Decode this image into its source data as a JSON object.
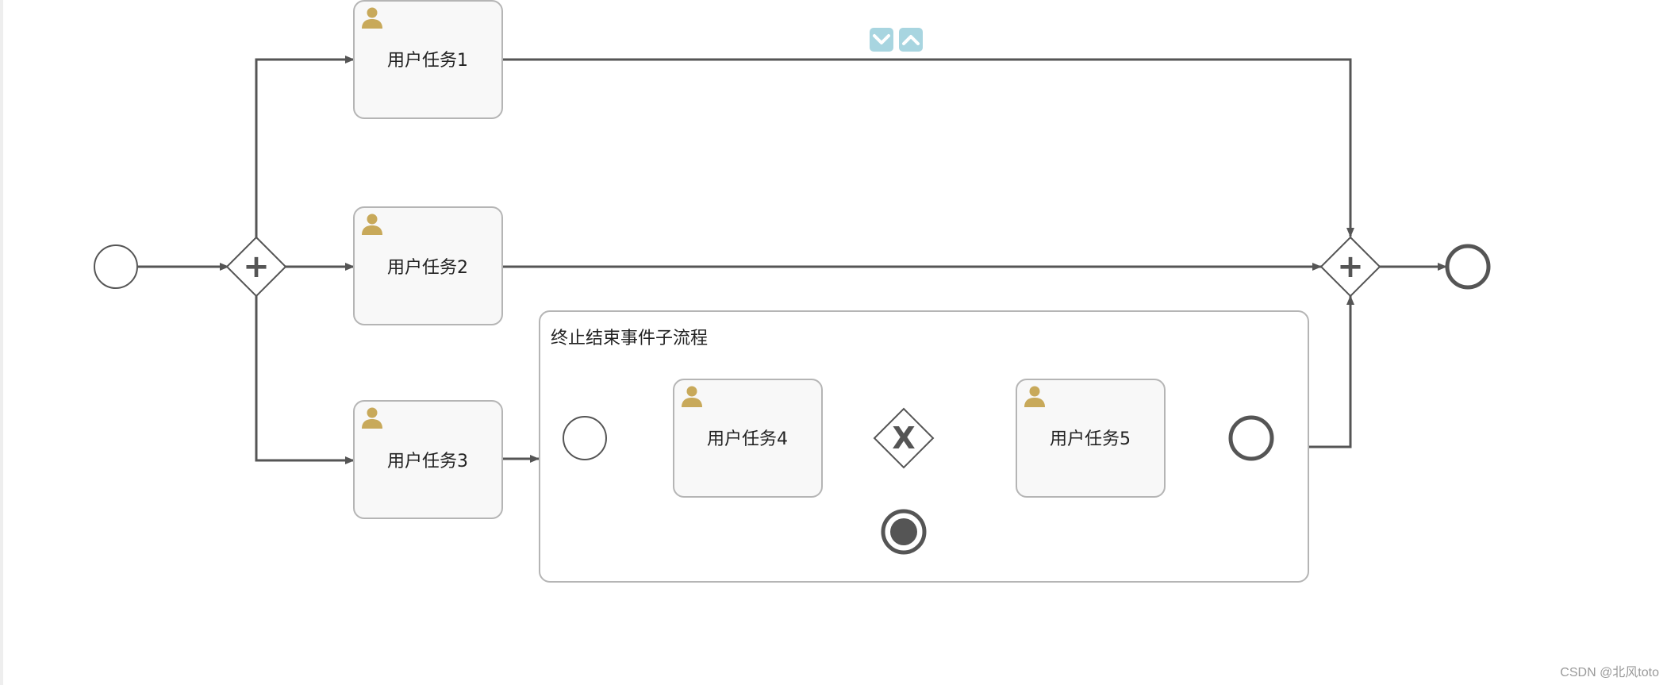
{
  "colors": {
    "stroke": "#555555",
    "task_fill": "#f8f8f8",
    "task_border": "#b5b5b5",
    "user_icon": "#c8a95a",
    "nav_button": "#a8d5e0",
    "end_fill": "#555555"
  },
  "tasks": [
    {
      "id": "task1",
      "label": "用户任务1",
      "icon": "user-icon"
    },
    {
      "id": "task2",
      "label": "用户任务2",
      "icon": "user-icon"
    },
    {
      "id": "task3",
      "label": "用户任务3",
      "icon": "user-icon"
    },
    {
      "id": "task4",
      "label": "用户任务4",
      "icon": "user-icon"
    },
    {
      "id": "task5",
      "label": "用户任务5",
      "icon": "user-icon"
    }
  ],
  "subprocess": {
    "label": "终止结束事件子流程"
  },
  "gateways": [
    {
      "id": "fork",
      "type": "parallel",
      "symbol": "+"
    },
    {
      "id": "join",
      "type": "parallel",
      "symbol": "+"
    },
    {
      "id": "exclusive",
      "type": "exclusive",
      "symbol": "X"
    }
  ],
  "nav_buttons": [
    {
      "id": "collapse",
      "icon": "chevron-down-icon"
    },
    {
      "id": "expand",
      "icon": "chevron-up-icon"
    }
  ],
  "watermark": "CSDN @北风toto"
}
